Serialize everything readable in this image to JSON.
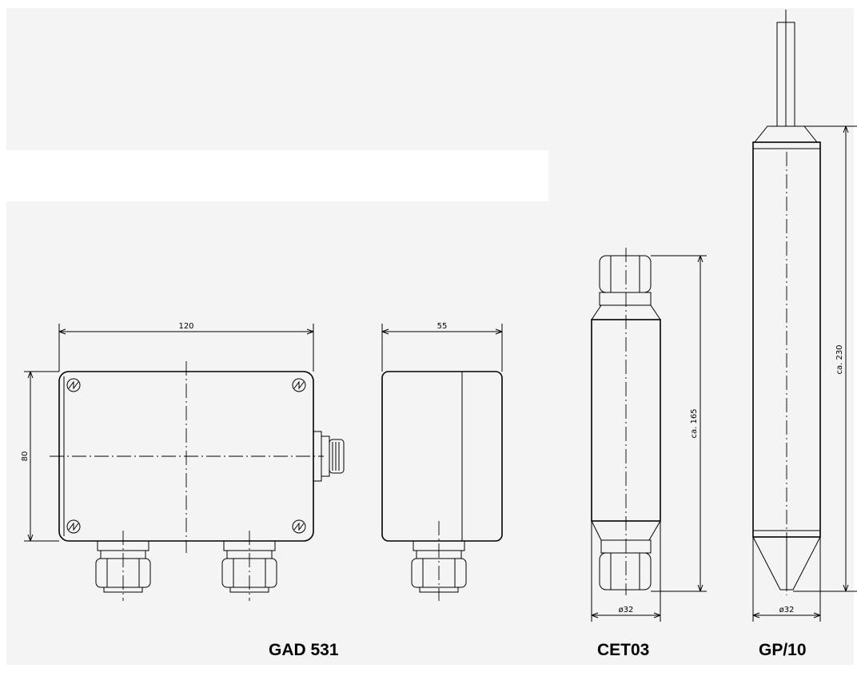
{
  "products": [
    {
      "name": "GAD 531",
      "dimensions": {
        "width": "120",
        "height": "80",
        "depth": "55"
      }
    },
    {
      "name": "CET03",
      "dimensions": {
        "length": "ca. 165",
        "diameter": "ø32"
      }
    },
    {
      "name": "GP/10",
      "dimensions": {
        "length": "ca. 230",
        "diameter": "ø32"
      }
    }
  ]
}
